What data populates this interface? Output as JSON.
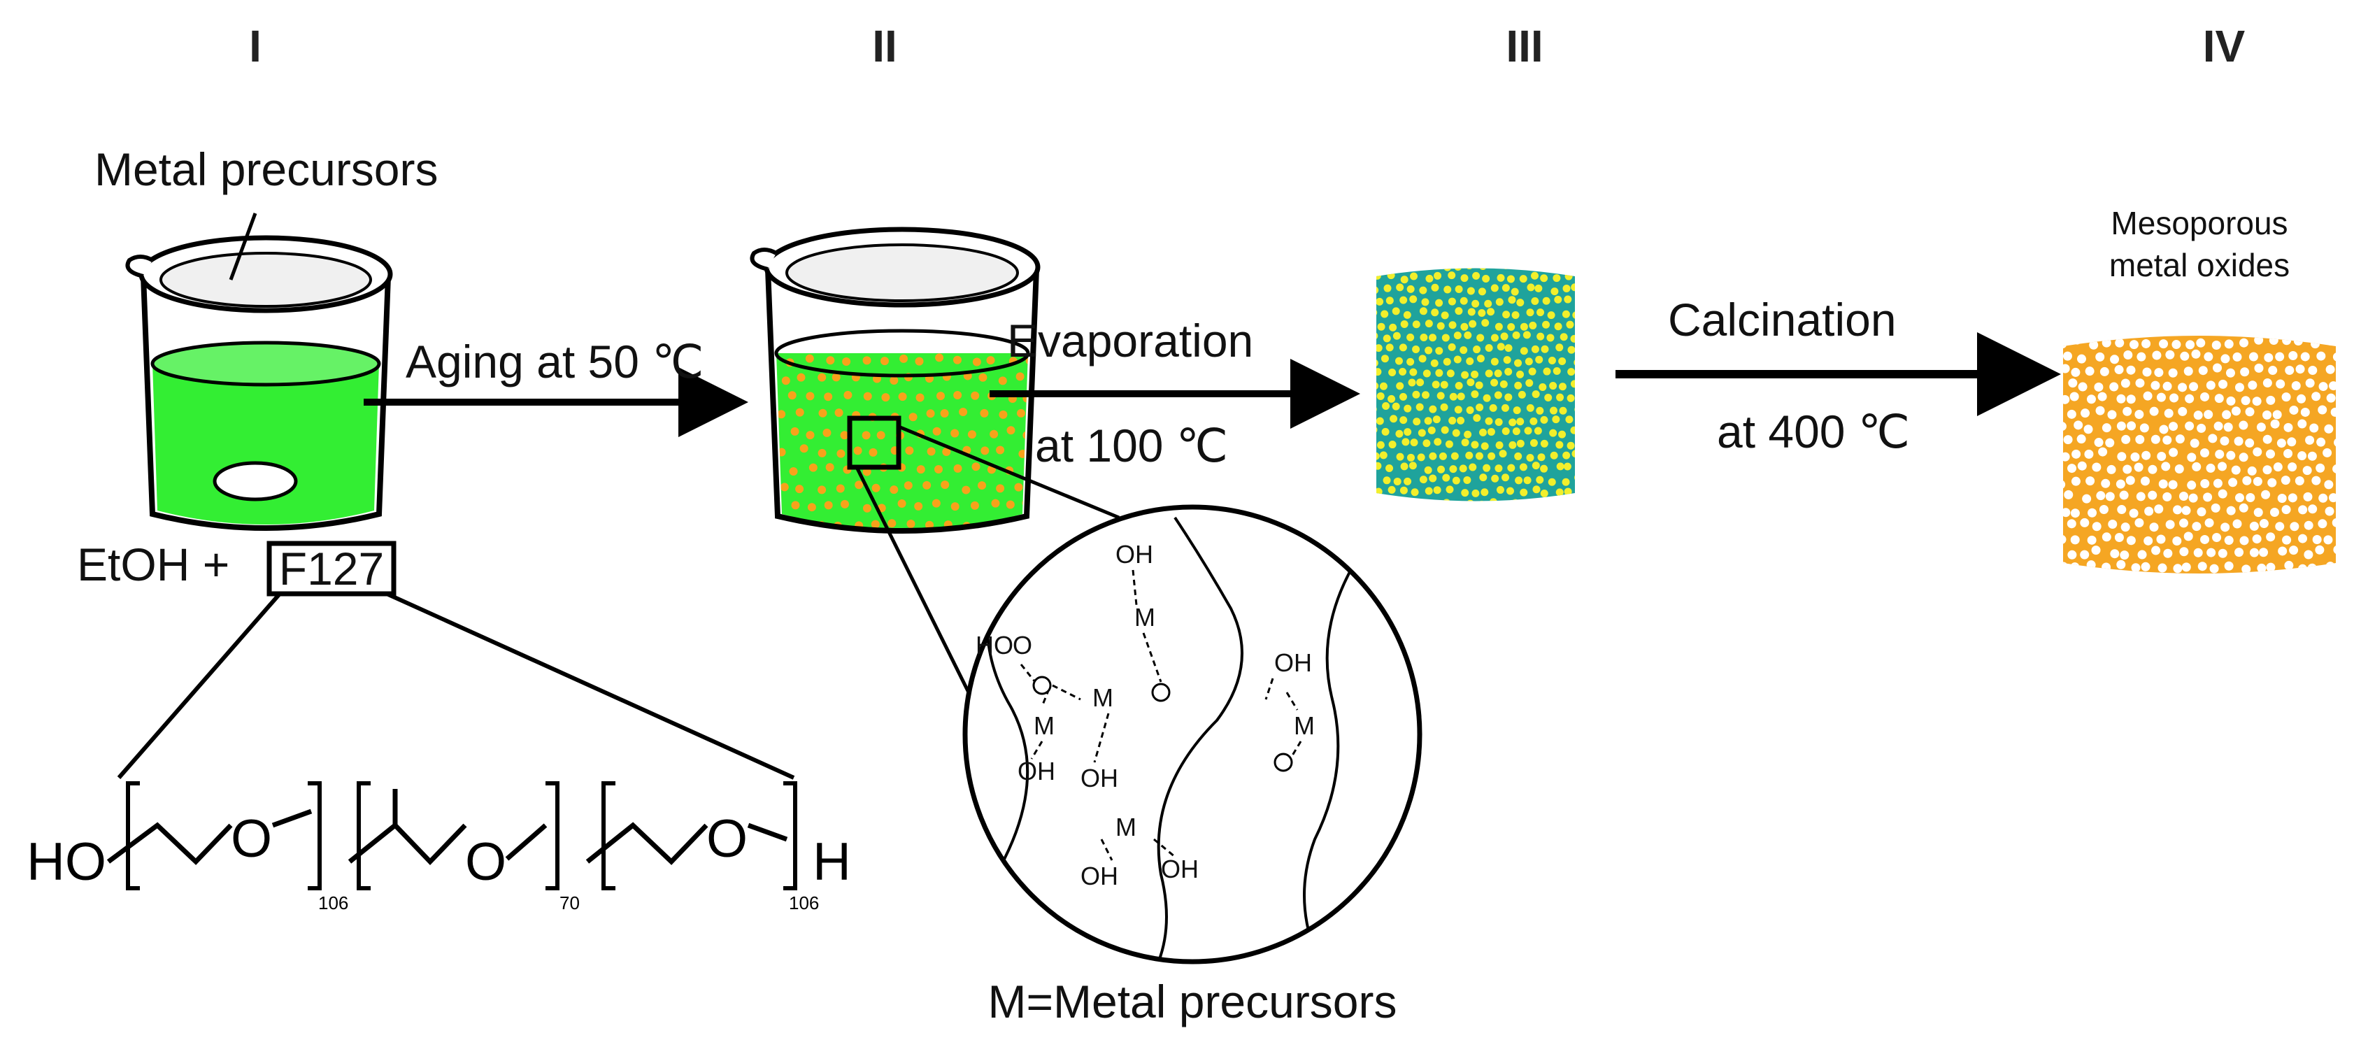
{
  "stages": [
    "I",
    "II",
    "III",
    "IV"
  ],
  "labels": {
    "metal_precursors": "Metal precursors",
    "etoh_plus": "EtOH +",
    "f127": "F127",
    "aging": "Aging at 50 ℃",
    "evaporation": "Evaporation",
    "evap_temp": "at 100 ℃",
    "calcination": "Calcination",
    "calc_temp": "at 400 ℃",
    "mesoporous_line1": "Mesoporous",
    "mesoporous_line2": "metal oxides",
    "legend": "M=Metal precursors"
  },
  "formula": {
    "ho": "HO",
    "o": "O",
    "h": "H",
    "sub1": "106",
    "sub2": "70",
    "sub3": "106"
  },
  "inset": {
    "ho": "HO",
    "o": "O",
    "oh": "OH",
    "m": "M"
  },
  "colors": {
    "solution_green": "#33ee33",
    "micelle_orange": "#f7a21b",
    "film_teal": "#1fa39c",
    "film_yellow": "#f2ef2c",
    "oxide_orange": "#f5a623",
    "line": "#000000"
  }
}
